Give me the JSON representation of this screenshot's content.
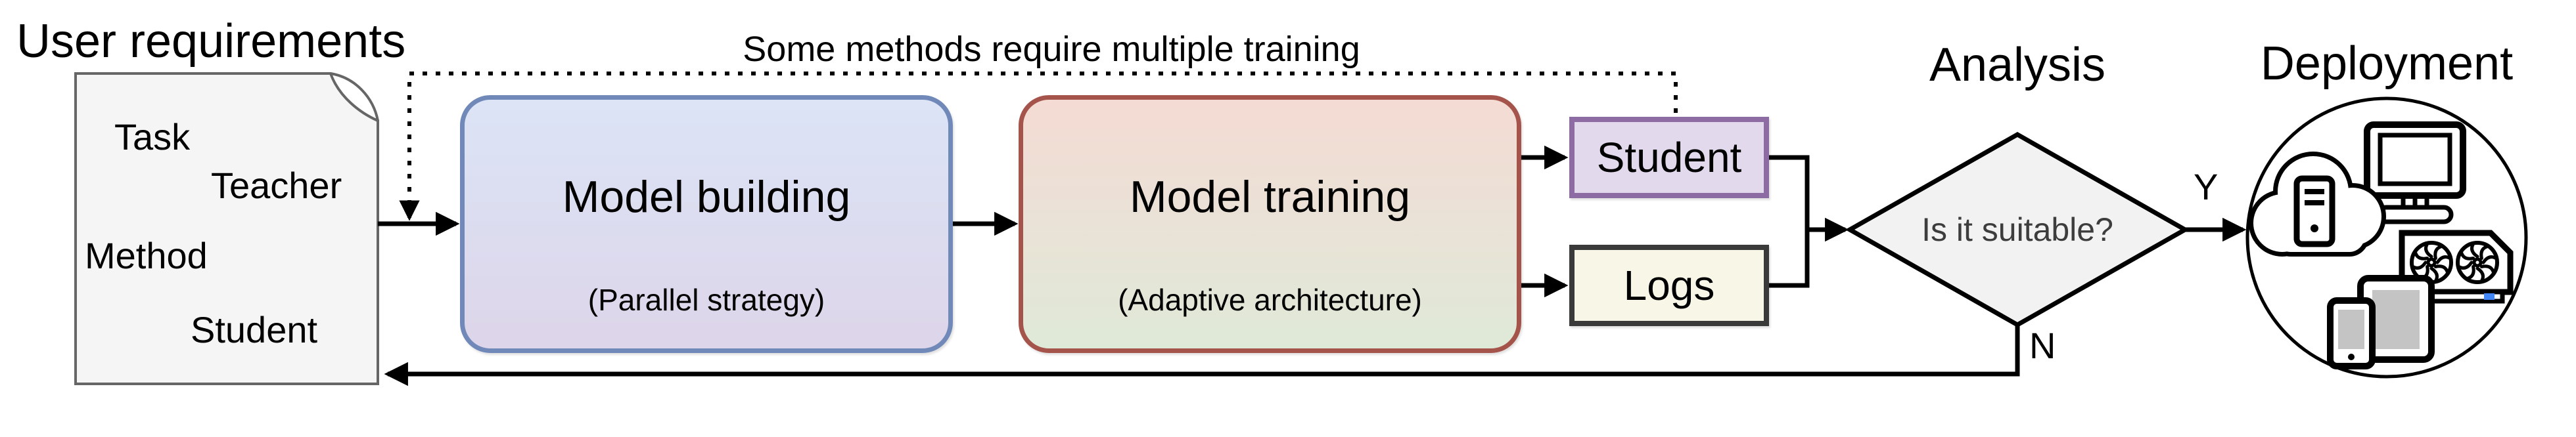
{
  "title": "User requirements",
  "document": {
    "items": [
      "Task",
      "Teacher",
      "Method",
      "Student"
    ]
  },
  "note": "Some methods require multiple training",
  "stages": {
    "building": {
      "title": "Model building",
      "subtitle": "(Parallel strategy)"
    },
    "training": {
      "title": "Model training",
      "subtitle": "(Adaptive architecture)"
    }
  },
  "outputs": {
    "student": "Student",
    "logs": "Logs"
  },
  "decision": {
    "label": "Analysis",
    "question": "Is it suitable?",
    "yes": "Y",
    "no": "N"
  },
  "deployment": {
    "label": "Deployment",
    "icons": [
      "cloud-server-icon",
      "monitor-icon",
      "gpu-icon",
      "mobile-devices-icon"
    ]
  },
  "colors": {
    "building_border": "#7189b8",
    "building_fill_top": "#dce4f6",
    "building_fill_bottom": "#ddd5e9",
    "training_border": "#a5544b",
    "training_fill_top": "#f4dbd4",
    "training_fill_bottom": "#dfe9d8",
    "student_border": "#8d6ba3",
    "student_fill": "#e3d9ed",
    "logs_border": "#3a3a3a",
    "logs_fill": "#f7f6e7",
    "document_fill": "#f5f5f5",
    "document_border": "#666666",
    "diamond_fill": "#f2f2f2",
    "line": "#000000",
    "gpu_accent": "#4285f4"
  }
}
